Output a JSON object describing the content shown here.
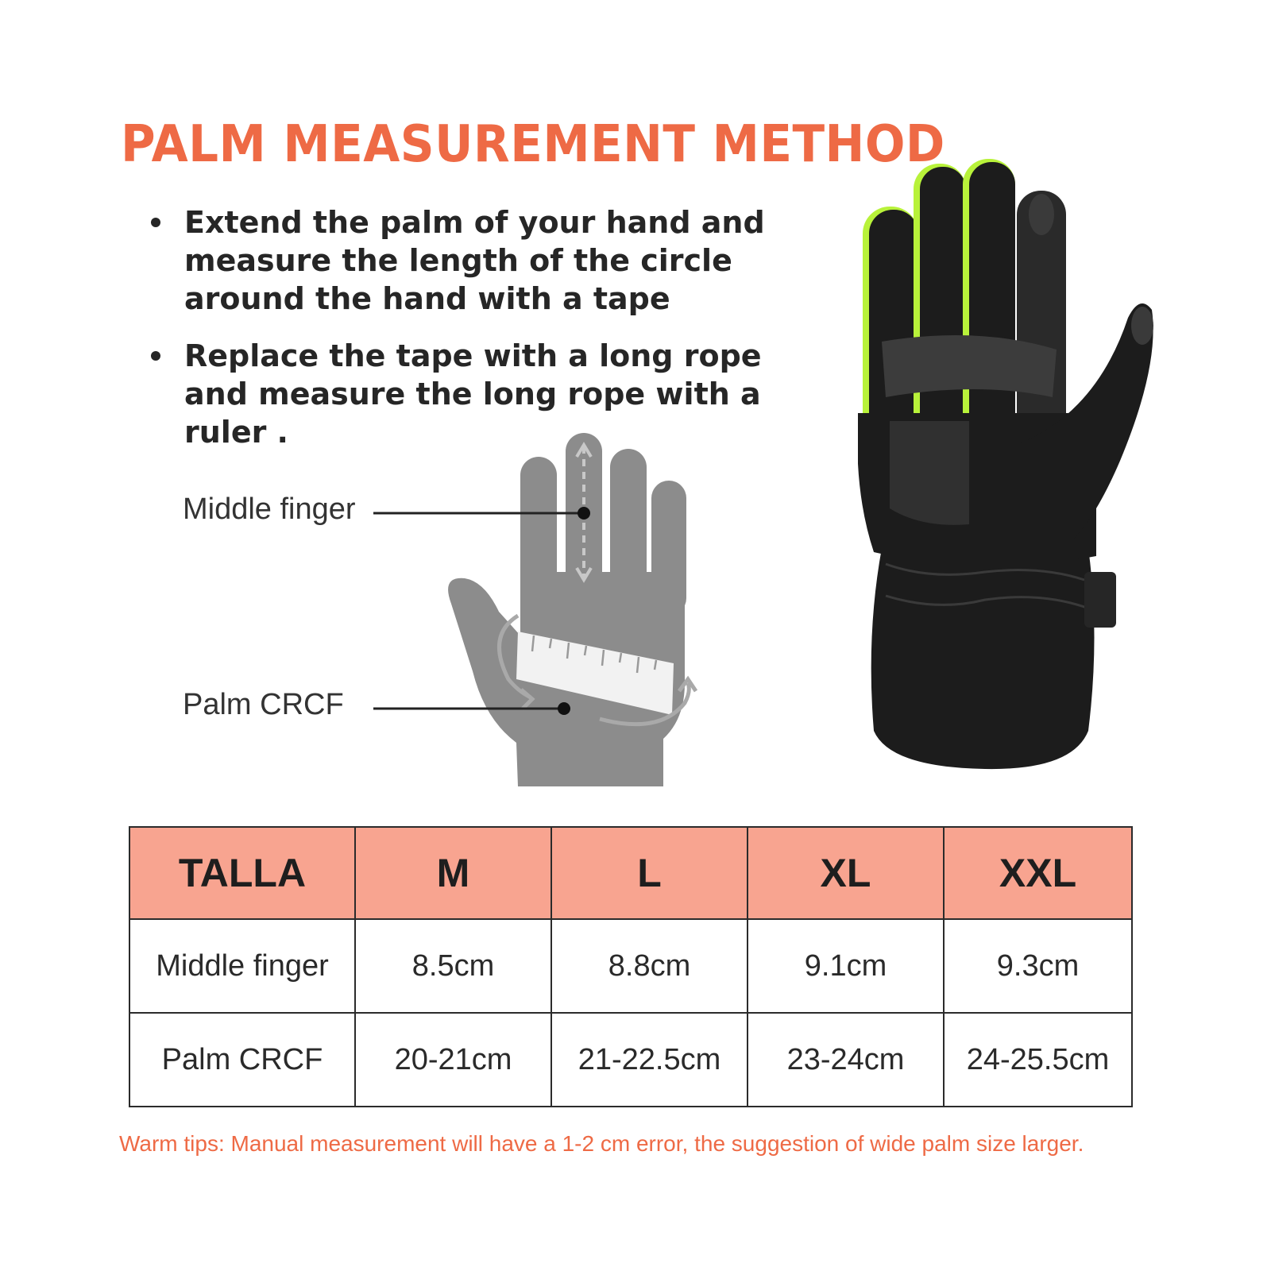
{
  "header": {
    "title": "PALM MEASUREMENT METHOD"
  },
  "instructions": [
    "Extend the palm of your hand and measure the length of the circle around the hand with a tape",
    "Replace the tape with a long rope and measure the long rope with a ruler ."
  ],
  "diagram": {
    "middle_finger_label": "Middle finger",
    "palm_label": "Palm CRCF",
    "hand_color": "#8c8c8c",
    "tape_color": "#f2f2f2"
  },
  "product": {
    "glove_color": "#1c1c1c",
    "accent_color": "#b8f23a"
  },
  "size_table": {
    "header_color": "#f8a490",
    "headers": [
      "TALLA",
      "M",
      "L",
      "XL",
      "XXL"
    ],
    "rows": [
      [
        "Middle finger",
        "8.5cm",
        "8.8cm",
        "9.1cm",
        "9.3cm"
      ],
      [
        "Palm CRCF",
        "20-21cm",
        "21-22.5cm",
        "23-24cm",
        "24-25.5cm"
      ]
    ]
  },
  "footer": {
    "tips": "Warm tips: Manual measurement will have a 1-2 cm error, the suggestion of wide palm size larger."
  }
}
